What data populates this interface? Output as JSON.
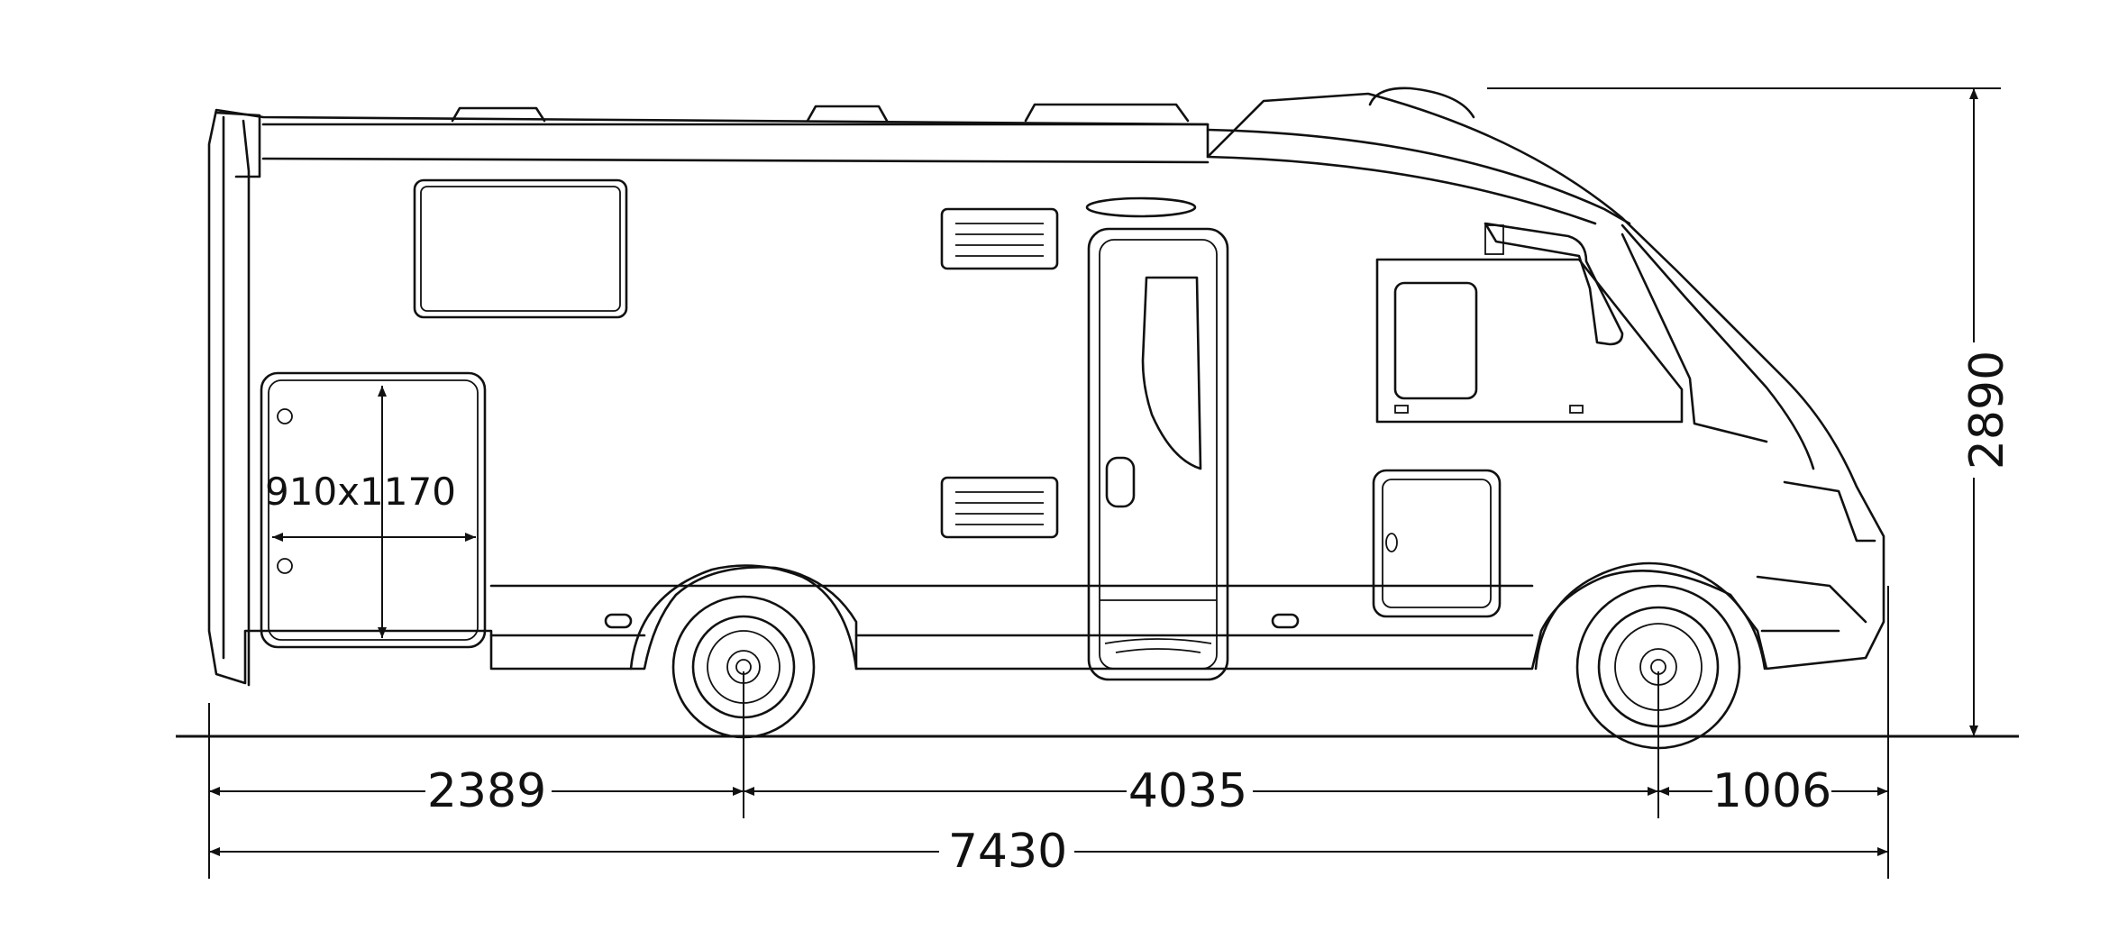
{
  "dimensions": {
    "rear_overhang": "2389",
    "wheelbase": "4035",
    "front_overhang": "1006",
    "overall_length": "7430",
    "overall_height": "2890",
    "door_opening": "910x1170"
  },
  "colors": {
    "line": "#111111",
    "background": "#ffffff"
  }
}
